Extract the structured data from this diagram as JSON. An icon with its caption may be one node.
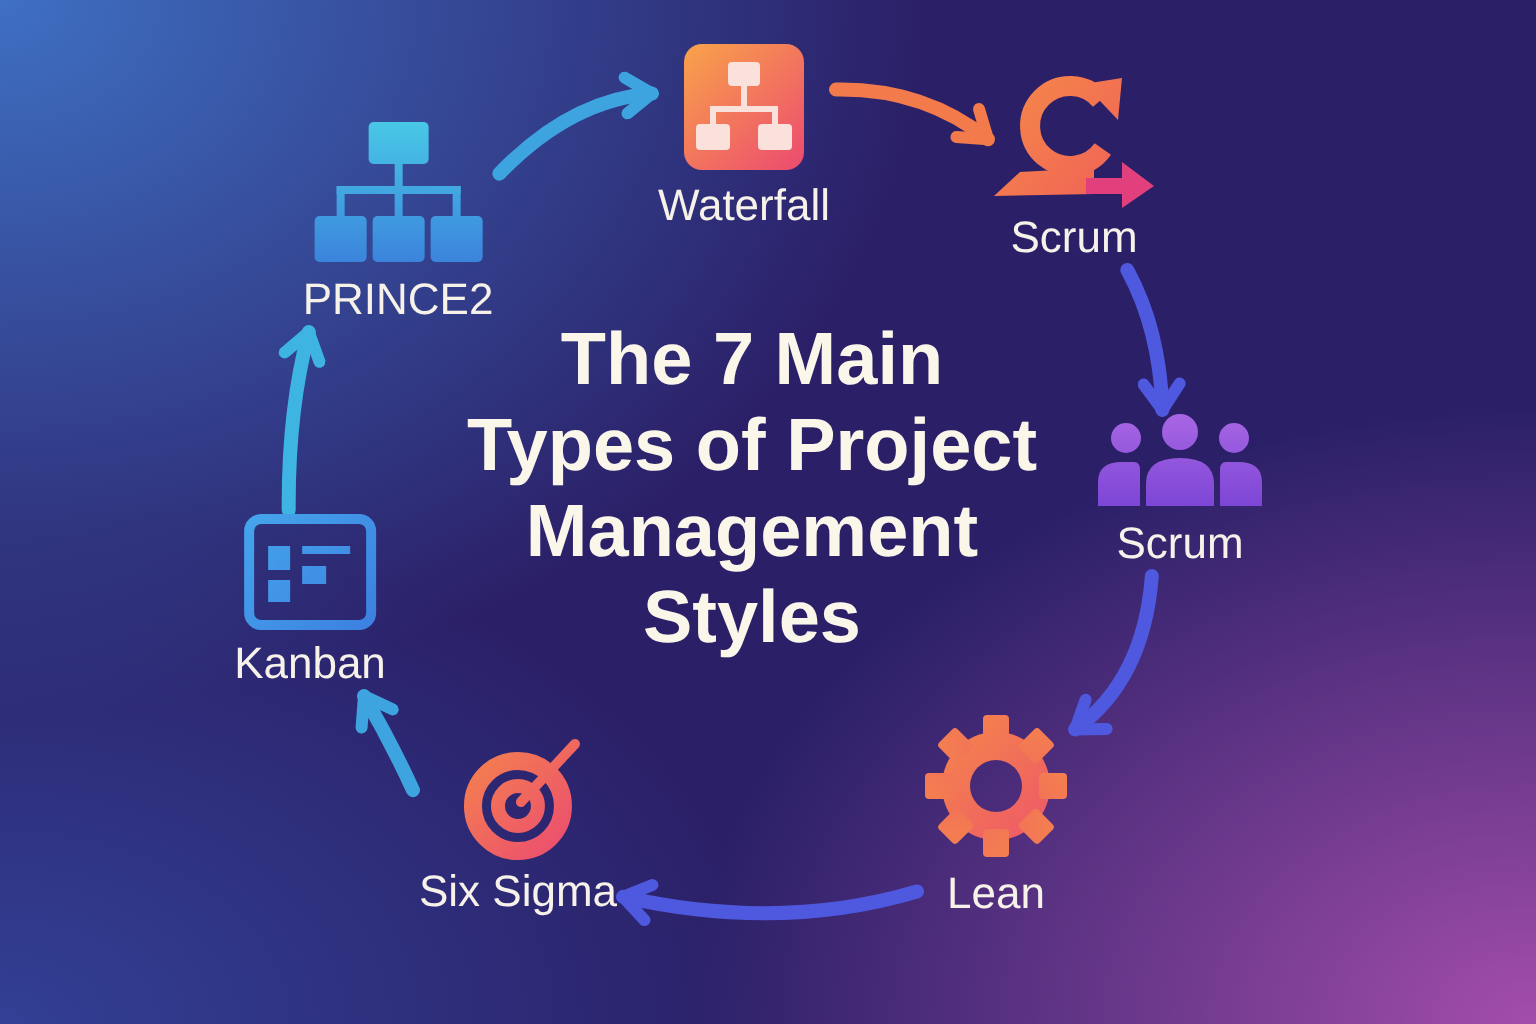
{
  "diagram": {
    "title": "The 7 Main Types of Project Management Styles",
    "nodes": [
      {
        "text": [
          "PRINCE2"
        ]
      },
      {
        "text": [
          "Waterfall"
        ]
      },
      {
        "text": [
          "Scrum"
        ]
      },
      {
        "text": [
          "Scrum"
        ]
      },
      {
        "text": [
          "Lean"
        ]
      },
      {
        "text": [
          "Six Sigma"
        ]
      },
      {
        "text": [
          "Kanban"
        ]
      }
    ],
    "edges": [
      {
        "from": 0,
        "to": 1,
        "arrow": "to",
        "color": "#3ea4e0"
      },
      {
        "from": 1,
        "to": 2,
        "arrow": "to",
        "color": "#f27a4b"
      },
      {
        "from": 2,
        "to": 3,
        "arrow": "to"
      },
      {
        "from": 3,
        "to": 4,
        "arrow": "to"
      },
      {
        "from": 4,
        "to": 5,
        "arrow": "to"
      },
      {
        "from": 5,
        "to": 6,
        "arrow": "to",
        "color": "#3ea4e0"
      },
      {
        "from": 6,
        "to": 0,
        "arrow": "to",
        "color": "#3eb4e2"
      }
    ]
  }
}
